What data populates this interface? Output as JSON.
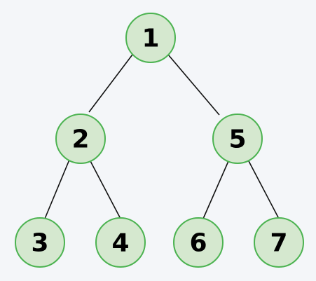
{
  "colors": {
    "background": "#f4f6f9",
    "node_fill": "#d5e8cf",
    "node_stroke": "#4cb351",
    "edge": "#111111",
    "label": "#000000"
  },
  "tree": {
    "nodes": [
      {
        "id": "n1",
        "label": "1"
      },
      {
        "id": "n2",
        "label": "2"
      },
      {
        "id": "n5",
        "label": "5"
      },
      {
        "id": "n3",
        "label": "3"
      },
      {
        "id": "n4",
        "label": "4"
      },
      {
        "id": "n6",
        "label": "6"
      },
      {
        "id": "n7",
        "label": "7"
      }
    ],
    "edges": [
      {
        "from": "n1",
        "to": "n2"
      },
      {
        "from": "n1",
        "to": "n5"
      },
      {
        "from": "n2",
        "to": "n3"
      },
      {
        "from": "n2",
        "to": "n4"
      },
      {
        "from": "n5",
        "to": "n6"
      },
      {
        "from": "n5",
        "to": "n7"
      }
    ]
  }
}
